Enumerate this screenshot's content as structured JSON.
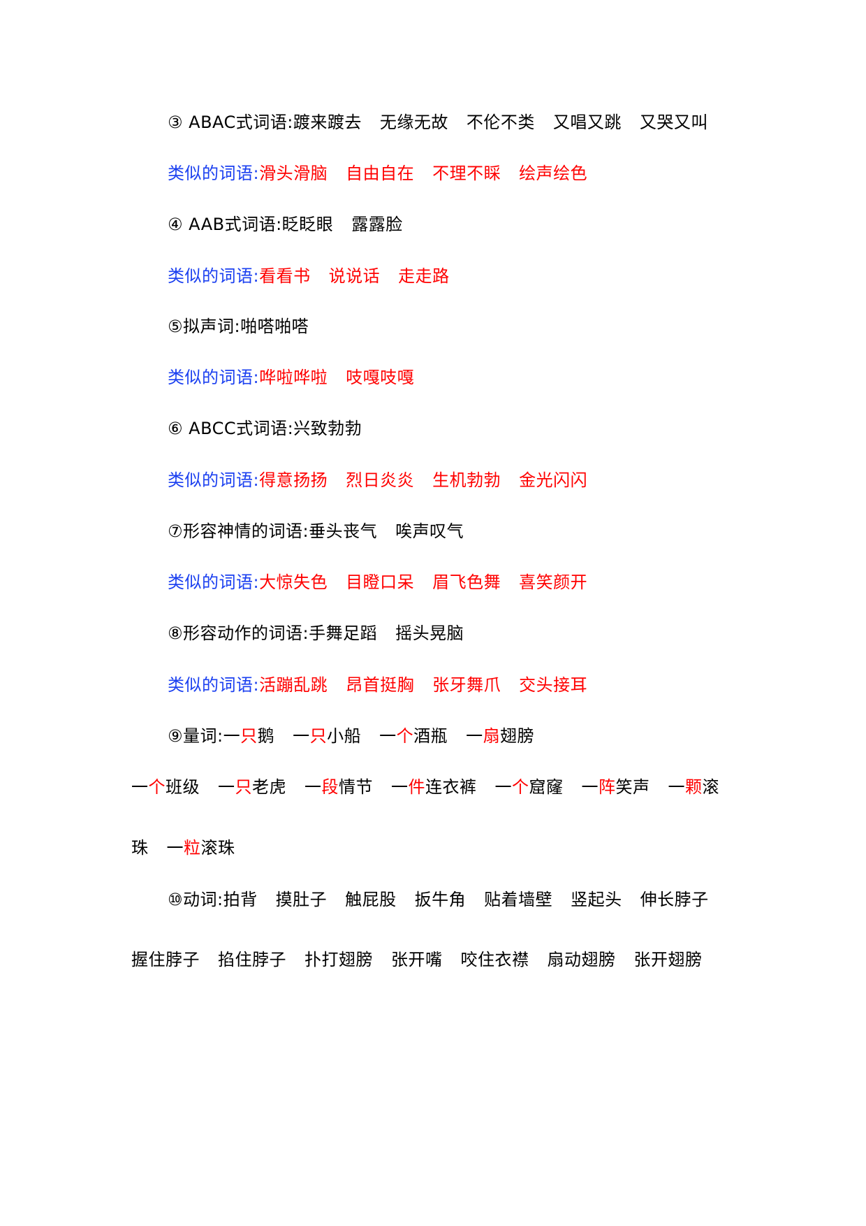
{
  "colors": {
    "label_blue": "#1a3ff0",
    "answer_red": "#ff0000",
    "text": "#000000"
  },
  "sections": [
    {
      "heading": "③ ABAC式词语:",
      "words": [
        "踱来踱去",
        "无缘无故",
        "不伦不类",
        "又唱又跳",
        "又哭又叫"
      ],
      "similar_label": "类似的词语:",
      "similar": [
        "滑头滑脑",
        "自由自在",
        "不理不睬",
        "绘声绘色"
      ]
    },
    {
      "heading": "④ AAB式词语:",
      "words": [
        "眨眨眼",
        "露露脸"
      ],
      "similar_label": "类似的词语:",
      "similar": [
        "看看书",
        "说说话",
        "走走路"
      ]
    },
    {
      "heading": "⑤拟声词:",
      "words": [
        "啪嗒啪嗒"
      ],
      "similar_label": "类似的词语:",
      "similar": [
        "哗啦哗啦",
        "吱嘎吱嘎"
      ]
    },
    {
      "heading": "⑥ ABCC式词语:",
      "words": [
        "兴致勃勃"
      ],
      "similar_label": "类似的词语:",
      "similar": [
        "得意扬扬",
        "烈日炎炎",
        "生机勃勃",
        "金光闪闪"
      ]
    },
    {
      "heading": "⑦形容神情的词语:",
      "words": [
        "垂头丧气",
        "唉声叹气"
      ],
      "similar_label": "类似的词语:",
      "similar": [
        "大惊失色",
        "目瞪口呆",
        "眉飞色舞",
        "喜笑颜开"
      ]
    },
    {
      "heading": "⑧形容动作的词语:",
      "words": [
        "手舞足蹈",
        "摇头晃脑"
      ],
      "similar_label": "类似的词语:",
      "similar": [
        "活蹦乱跳",
        "昂首挺胸",
        "张牙舞爪",
        "交头接耳"
      ]
    }
  ],
  "measure_words": {
    "heading": "⑨量词:",
    "items": [
      {
        "pre": "一",
        "mw": "只",
        "noun": "鹅"
      },
      {
        "pre": "一",
        "mw": "只",
        "noun": "小船"
      },
      {
        "pre": "一",
        "mw": "个",
        "noun": "酒瓶"
      },
      {
        "pre": "一",
        "mw": "扇",
        "noun": "翅膀"
      },
      {
        "pre": "一",
        "mw": "个",
        "noun": "班级"
      },
      {
        "pre": "一",
        "mw": "只",
        "noun": "老虎"
      },
      {
        "pre": "一",
        "mw": "段",
        "noun": "情节"
      },
      {
        "pre": "一",
        "mw": "件",
        "noun": "连衣裤"
      },
      {
        "pre": "一",
        "mw": "个",
        "noun": "窟窿"
      },
      {
        "pre": "一",
        "mw": "阵",
        "noun": "笑声"
      },
      {
        "pre": "一",
        "mw": "颗",
        "noun": "滚",
        "noun_cont": "珠"
      },
      {
        "pre": "一",
        "mw": "粒",
        "noun": "滚珠"
      }
    ]
  },
  "verbs": {
    "heading": "⑩动词:",
    "line1": [
      "拍背",
      "摸肚子",
      "触屁股",
      "扳牛角",
      "贴着墙壁",
      "竖起头",
      "伸长脖子"
    ],
    "line2": [
      "握住脖子",
      "掐住脖子",
      "扑打翅膀",
      "张开嘴",
      "咬住衣襟",
      "扇动翅膀",
      "张开翅膀"
    ]
  }
}
